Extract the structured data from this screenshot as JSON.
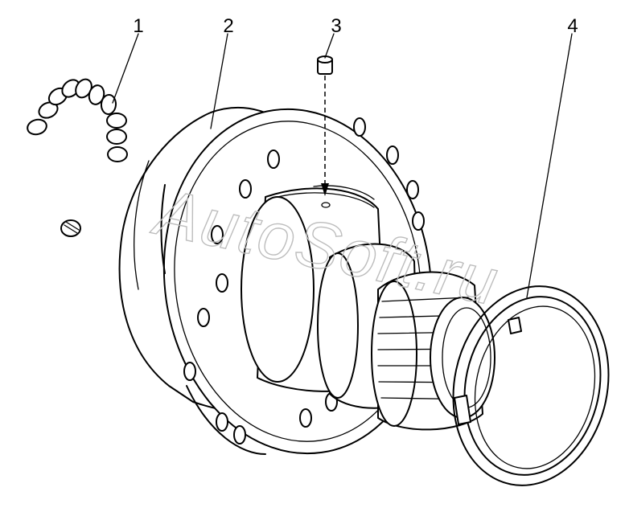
{
  "callouts": [
    "1",
    "2",
    "3",
    "4"
  ],
  "watermark": "AutoSoft.ru"
}
